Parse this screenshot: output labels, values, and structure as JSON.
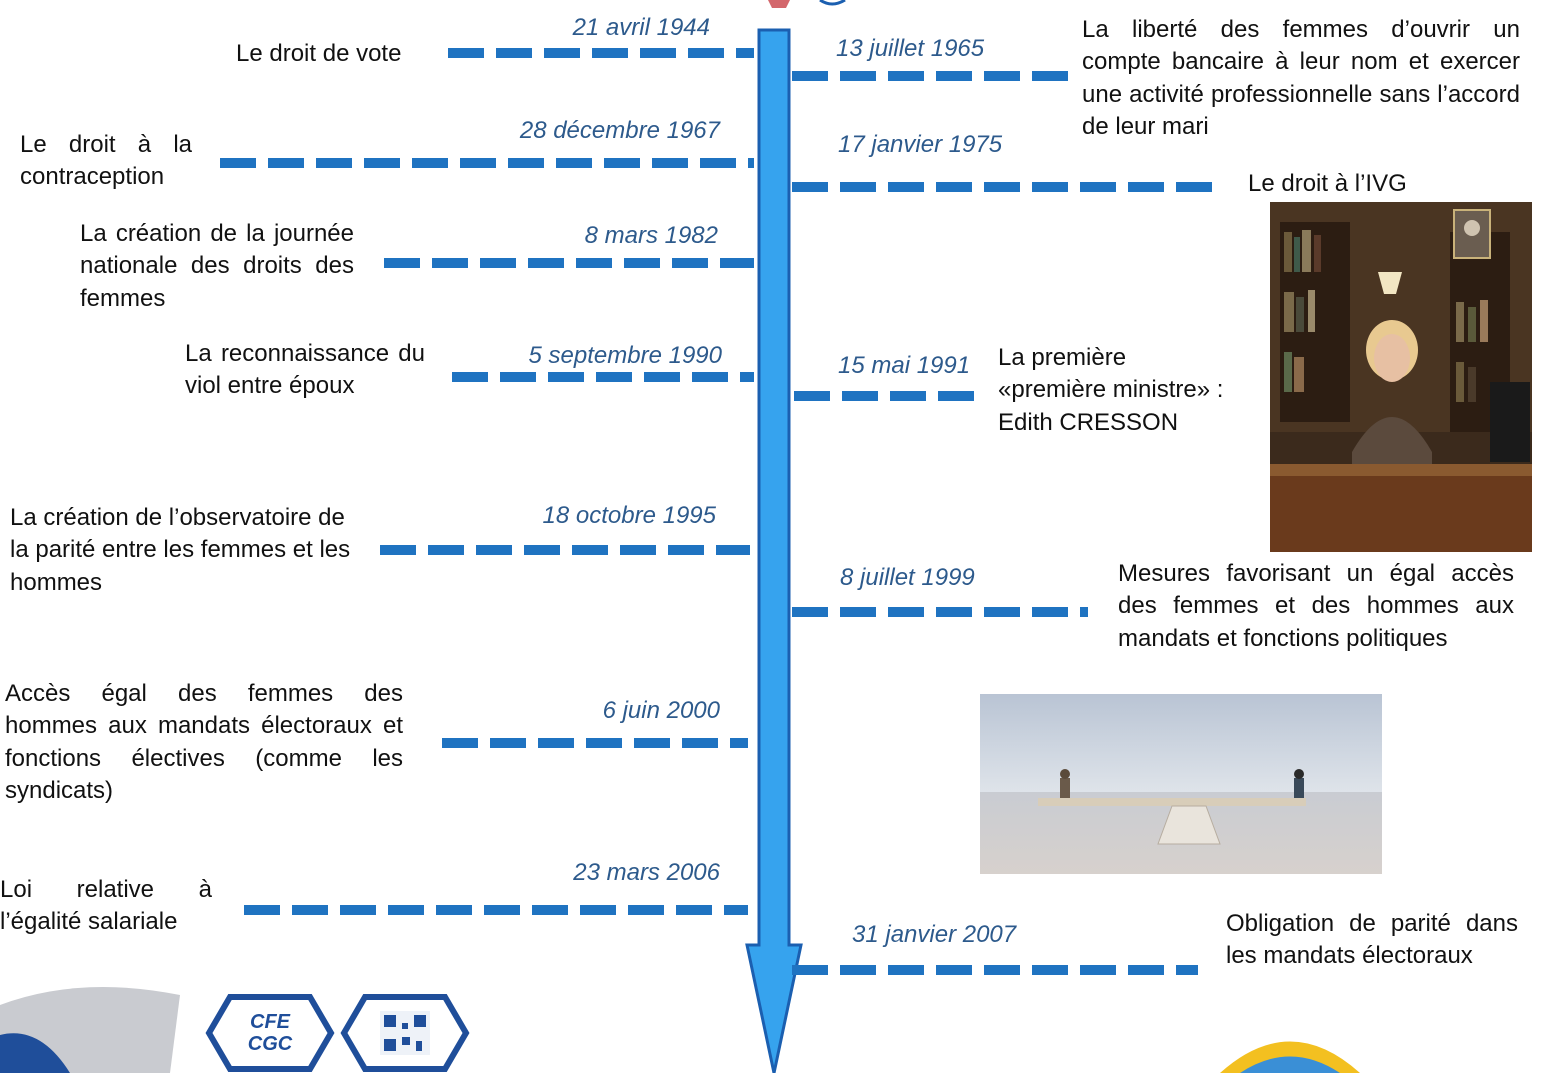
{
  "colors": {
    "arrow": "#36a3ee",
    "arrow_outline": "#1b5fb0",
    "dash": "#1f73c1",
    "date": "#2d5a8c"
  },
  "events": [
    {
      "date": "21 avril 1944",
      "label": "Le droit de vote"
    },
    {
      "date": "13 juillet 1965",
      "label": "La liberté des femmes d’ouvrir un compte bancaire à leur nom et exercer une activité professionnelle sans l’accord de leur mari"
    },
    {
      "date": "28 décembre 1967",
      "label": "Le droit à la contraception"
    },
    {
      "date": "17 janvier 1975",
      "label": "Le droit à l’IVG"
    },
    {
      "date": "8 mars 1982",
      "label": "La création de la journée nationale des droits des femmes"
    },
    {
      "date": "5 septembre 1990",
      "label": "La reconnaissance du viol entre époux"
    },
    {
      "date": "15 mai 1991",
      "label_line1": "La première",
      "label_line2": "«première ministre» :",
      "label_line3": "Edith CRESSON"
    },
    {
      "date": "18 octobre 1995",
      "label": "La création de l’observatoire de la parité entre les femmes et les hommes"
    },
    {
      "date": "8 juillet 1999",
      "label": "Mesures favorisant un égal accès des femmes et des hommes aux mandats et fonctions politiques"
    },
    {
      "date": "6 juin 2000",
      "label": "Accès égal des femmes des hommes aux mandats électoraux et fonctions électives (comme les syndicats)"
    },
    {
      "date": "23 mars 2006",
      "label": "Loi relative à l’égalité salariale"
    },
    {
      "date": "31 janvier 2007",
      "label": "Obligation de parité dans les mandats électoraux"
    }
  ],
  "logos": {
    "cfe_cgc_line1": "CFE",
    "cfe_cgc_line2": "CGC"
  },
  "images": {
    "photo_office": "woman-at-desk-photo",
    "photo_balance": "seesaw-balance-photo"
  }
}
